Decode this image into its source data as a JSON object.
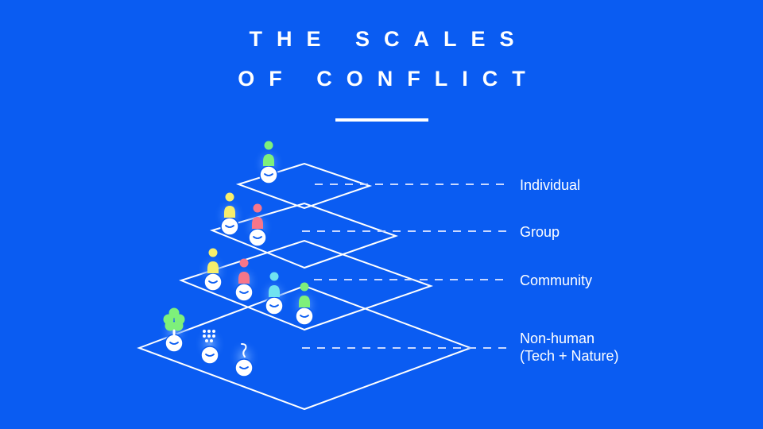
{
  "title": {
    "line1": "THE SCALES",
    "line2": "OF CONFLICT"
  },
  "levels": [
    {
      "label": "Individual"
    },
    {
      "label": "Group"
    },
    {
      "label": "Community"
    },
    {
      "label": "Non-human",
      "sublabel": "(Tech + Nature)"
    }
  ],
  "colors": {
    "background": "#0a5cf2",
    "line": "#ffffff",
    "dash": "#c9d8ff",
    "figure_green": "#7ef07a",
    "figure_yellow": "#f7ee6c",
    "figure_pink": "#f7768a",
    "figure_cyan": "#6fe3f0",
    "glow": "#3d8bff"
  },
  "figures": [
    {
      "level": "individual",
      "kind": "person",
      "color": "figure_green"
    },
    {
      "level": "group",
      "kind": "person",
      "color": "figure_yellow"
    },
    {
      "level": "group",
      "kind": "person",
      "color": "figure_pink"
    },
    {
      "level": "community",
      "kind": "person",
      "color": "figure_yellow"
    },
    {
      "level": "community",
      "kind": "person",
      "color": "figure_pink"
    },
    {
      "level": "community",
      "kind": "person",
      "color": "figure_cyan"
    },
    {
      "level": "community",
      "kind": "person",
      "color": "figure_green"
    },
    {
      "level": "non-human",
      "kind": "tree",
      "color": "figure_green"
    },
    {
      "level": "non-human",
      "kind": "tech-dots",
      "color": "line"
    },
    {
      "level": "non-human",
      "kind": "steam",
      "color": "line"
    }
  ]
}
